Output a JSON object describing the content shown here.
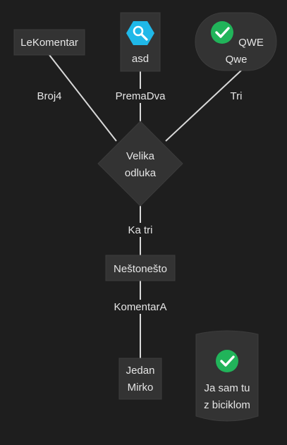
{
  "colors": {
    "background": "#1e1e1e",
    "node_fill": "#333333",
    "node_stroke": "#3c3c3c",
    "edge": "#d9d9d9",
    "text": "#e6e6e6",
    "search_icon": "#1fb8e8",
    "check_icon": "#21b45a"
  },
  "nodes": {
    "lekomentar": "LeKomentar",
    "asd": "asd",
    "qwe_top": "QWE",
    "qwe_bottom": "Qwe",
    "decision_line1": "Velika",
    "decision_line2": "odluka",
    "nestonesto": "Neštonešto",
    "jedan_mirko_line1": "Jedan",
    "jedan_mirko_line2": "Mirko",
    "bicikl_line1": "Ja sam tu",
    "bicikl_line2": "z biciklom"
  },
  "edges": {
    "lekomentar_label": "Broj4",
    "asd_label": "PremaDva",
    "qwe_label": "Tri",
    "decision_to_nestonesto_label": "Ka tri",
    "nestonesto_to_mirko_label": "KomentarA"
  },
  "icons": {
    "asd_icon": "search-icon",
    "qwe_icon": "check-circle-icon",
    "bicikl_icon": "check-circle-icon"
  }
}
